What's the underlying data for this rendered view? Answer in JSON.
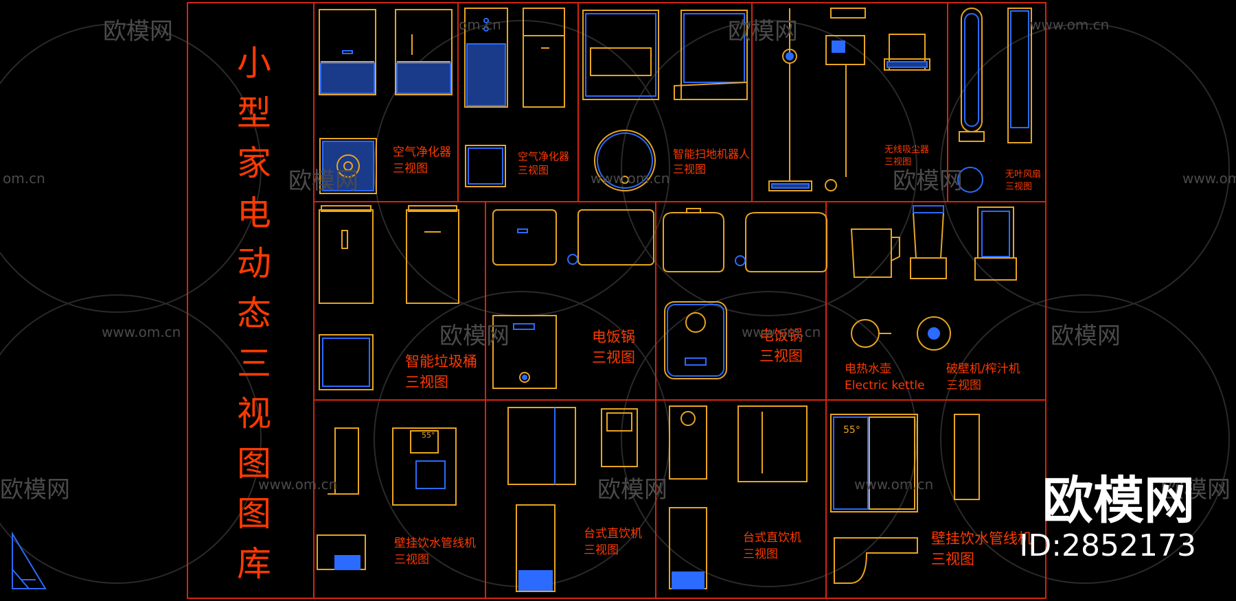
{
  "title_chars": [
    "小",
    "型",
    "家",
    "电",
    "动",
    "态",
    "三",
    "视",
    "图",
    "图",
    "库"
  ],
  "labels": {
    "air_purifier_1": {
      "line1": "空气净化器",
      "line2": "三视图"
    },
    "air_purifier_2": {
      "line1": "空气净化器",
      "line2": "三视图"
    },
    "robot_vacuum": {
      "line1": "智能扫地机器人",
      "line2": "三视图"
    },
    "cordless_vacuum": {
      "line1": "无线吸尘器",
      "line2": "三视图"
    },
    "bladeless_fan": {
      "line1": "无叶风扇",
      "line2": "三视图"
    },
    "smart_trash": {
      "line1": "智能垃圾桶",
      "line2": "三视图"
    },
    "rice_cooker_1": {
      "line1": "电饭锅",
      "line2": "三视图"
    },
    "rice_cooker_2": {
      "line1": "电饭锅",
      "line2": "三视图"
    },
    "kettle": {
      "line1": "电热水壶",
      "line2": "Electric kettle"
    },
    "blender": {
      "line1": "破壁机/榨汁机",
      "line2": "三视图"
    },
    "wall_dispenser_1": {
      "line1": "壁挂饮水管线机",
      "line2": "三视图"
    },
    "desk_dispenser_1": {
      "line1": "台式直饮机",
      "line2": "三视图"
    },
    "desk_dispenser_2": {
      "line1": "台式直饮机",
      "line2": "三视图"
    },
    "wall_dispenser_2": {
      "line1": "壁挂饮水管线机",
      "line2": "三视图"
    }
  },
  "display_values": {
    "temp_1": "55°",
    "temp_2": "55°"
  },
  "watermark": {
    "brand": "欧模网",
    "id": "ID:2852173",
    "url": "www.om.cn",
    "url_short": "om.cn"
  },
  "colors": {
    "background": "#000000",
    "frame": "#d6250f",
    "outline": "#e9a521",
    "detail": "#2b6bff",
    "label": "#ff3a00",
    "watermark": "#ffffff"
  }
}
